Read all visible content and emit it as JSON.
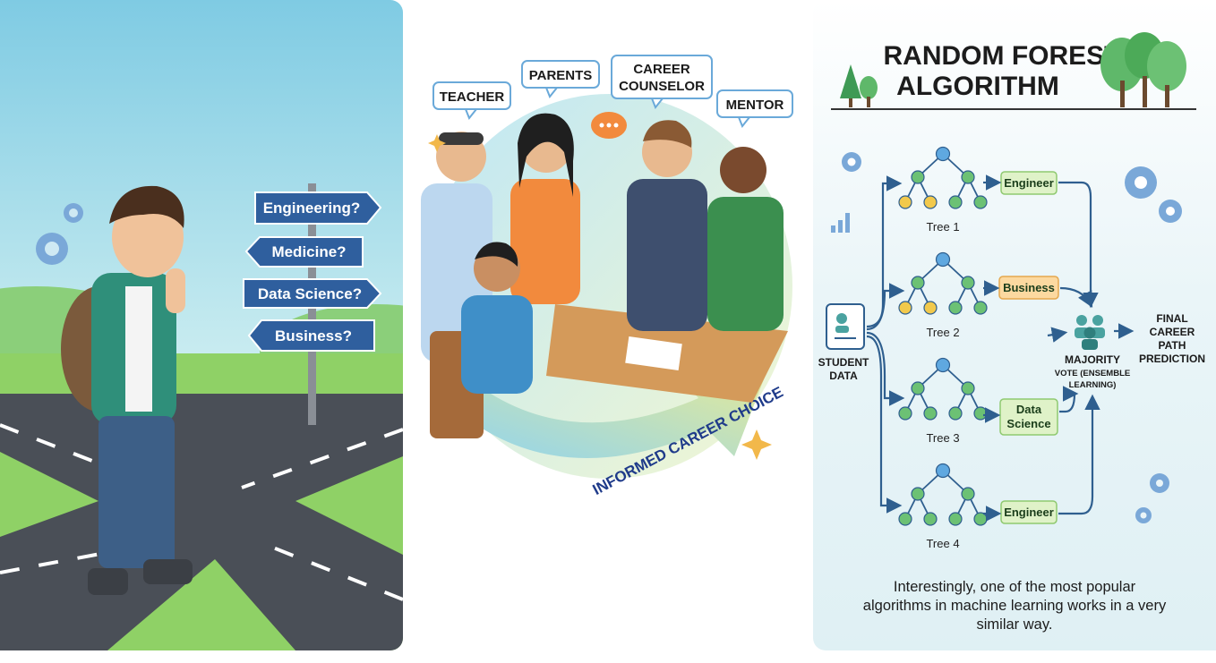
{
  "left_panel": {
    "signs": [
      "Engineering?",
      "Medicine?",
      "Data Science?",
      "Business?"
    ]
  },
  "middle_panel": {
    "bubbles": {
      "teacher": "TEACHER",
      "parents": "PARENTS",
      "career_counselor_line1": "CAREER",
      "career_counselor_line2": "COUNSELOR",
      "mentor": "MENTOR"
    },
    "arrow_text": "INFORMED CAREER CHOICE"
  },
  "right_panel": {
    "title_line1": "RANDOM FOREST",
    "title_line2": "ALGORITHM",
    "input_label_line1": "STUDENT",
    "input_label_line2": "DATA",
    "trees": [
      {
        "label": "Tree 1",
        "prediction": "Engineer",
        "color": "#dff2c8"
      },
      {
        "label": "Tree 2",
        "prediction": "Business",
        "color": "#fcd9a0"
      },
      {
        "label": "Tree 3",
        "prediction_line1": "Data",
        "prediction_line2": "Science",
        "color": "#dff2c8"
      },
      {
        "label": "Tree 4",
        "prediction": "Engineer",
        "color": "#dff2c8"
      }
    ],
    "vote_line1": "MAJORITY",
    "vote_line2": "VOTE (ENSEMBLE",
    "vote_line3": "LEARNING)",
    "output_line1": "FINAL",
    "output_line2": "CAREER",
    "output_line3": "PATH",
    "output_line4": "PREDICTION",
    "caption_line1": "Interestingly, one of the most popular",
    "caption_line2": "algorithms in machine learning works in a very",
    "caption_line3": "similar way."
  }
}
